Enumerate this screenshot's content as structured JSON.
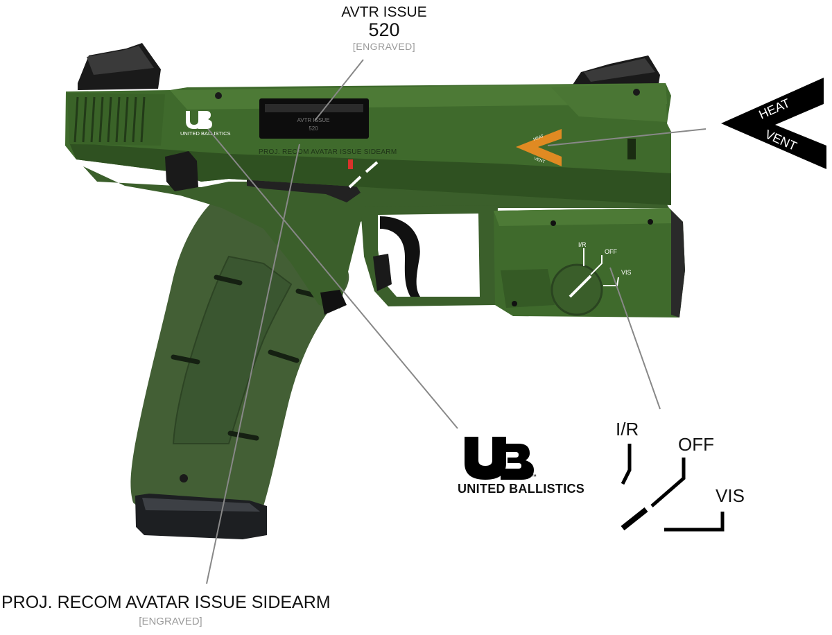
{
  "callouts": {
    "avtr": {
      "title": "AVTR ISSUE",
      "number": "520",
      "note": "[ENGRAVED]"
    },
    "sidearm": {
      "title": "PROJ. RECOM AVATAR ISSUE SIDEARM",
      "note": "[ENGRAVED]"
    },
    "brand": {
      "name": "UNITED BALLISTICS",
      "tm": "™"
    },
    "vent": {
      "top": "HEAT",
      "bottom": "VENT"
    },
    "switch": {
      "ir": "I/R",
      "off": "OFF",
      "vis": "VIS"
    }
  },
  "engravings": {
    "slide_text": "PROJ. RECOM AVATAR ISSUE SIDEARM",
    "port_line1": "AVTR ISSUE",
    "port_line2": "520",
    "logo_text": "UNITED BALLISTICS",
    "vent_top": "HEAT",
    "vent_bottom": "VENT",
    "sw_ir": "I/R",
    "sw_off": "OFF",
    "sw_vis": "VIS"
  },
  "colors": {
    "gun_green": "#3f6a2c",
    "gun_green_dark": "#2c4c1f",
    "gun_green_light": "#5c8640",
    "grip_green": "#435f35",
    "black": "#111111",
    "vent_orange": "#e08a22",
    "leader_gray": "#888888"
  },
  "icons": {
    "logo": "ub-logo-icon",
    "vent": "heat-vent-chevron-icon",
    "switch": "mode-switch-icon"
  }
}
